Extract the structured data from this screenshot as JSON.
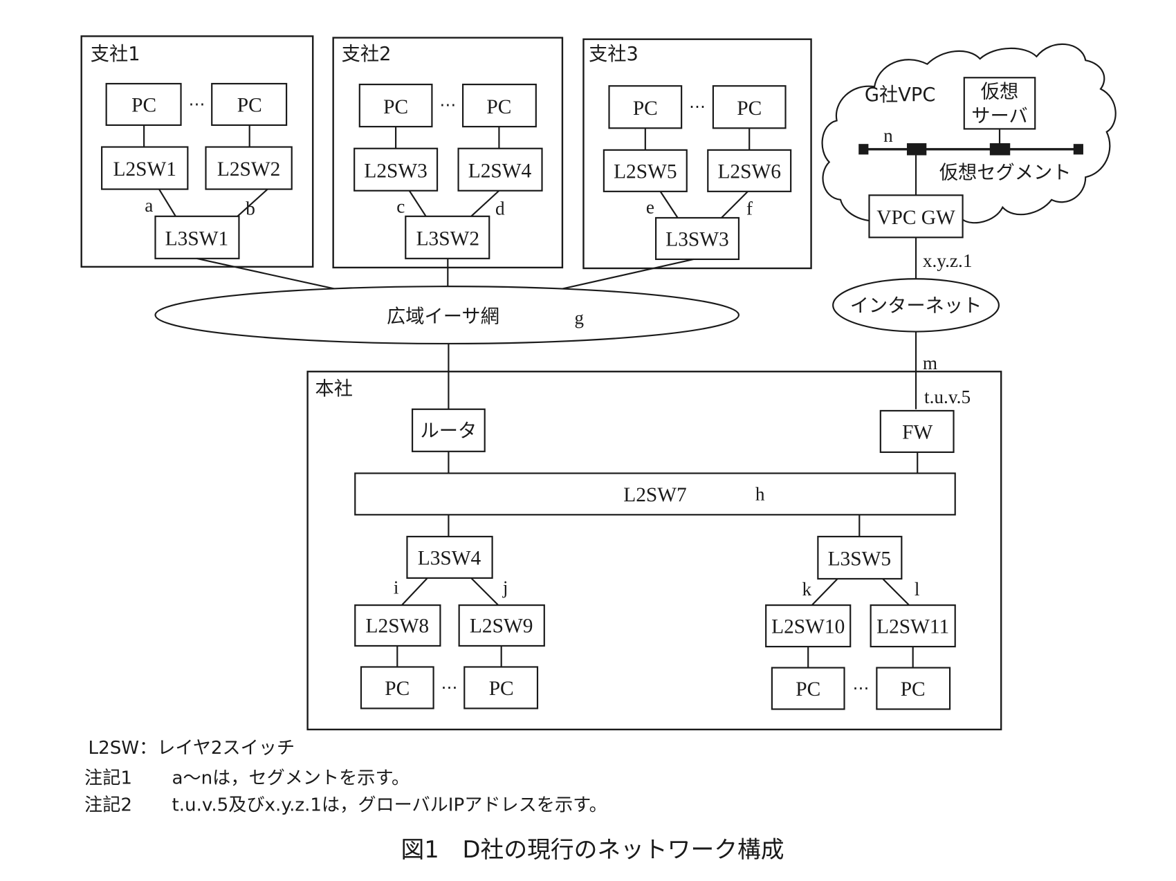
{
  "branches": [
    {
      "title": "支社1",
      "pc": "PC",
      "pc_ellipsis": "…",
      "l2sw": [
        "L2SW1",
        "L2SW2"
      ],
      "l3sw": "L3SW1",
      "segments": [
        "a",
        "b"
      ]
    },
    {
      "title": "支社2",
      "pc": "PC",
      "pc_ellipsis": "…",
      "l2sw": [
        "L2SW3",
        "L2SW4"
      ],
      "l3sw": "L3SW2",
      "segments": [
        "c",
        "d"
      ]
    },
    {
      "title": "支社3",
      "pc": "PC",
      "pc_ellipsis": "…",
      "l2sw": [
        "L2SW5",
        "L2SW6"
      ],
      "l3sw": "L3SW3",
      "segments": [
        "e",
        "f"
      ]
    }
  ],
  "wan": {
    "label": "広域イーサ網",
    "segment": "g"
  },
  "vpc": {
    "title": "G社VPC",
    "server": [
      "仮想",
      "サーバ"
    ],
    "segment_label": "仮想セグメント",
    "segment": "n",
    "gateway": "VPC GW",
    "gateway_ip": "x.y.z.1"
  },
  "internet": {
    "label": "インターネット",
    "segment": "m"
  },
  "hq": {
    "title": "本社",
    "router": "ルータ",
    "fw": "FW",
    "fw_ip": "t.u.v.5",
    "core_switch": "L2SW7",
    "core_segment": "h",
    "left": {
      "l3sw": "L3SW4",
      "l2sw": [
        "L2SW8",
        "L2SW9"
      ],
      "segments": [
        "i",
        "j"
      ],
      "pc": "PC",
      "pc_ellipsis": "…"
    },
    "right": {
      "l3sw": "L3SW5",
      "l2sw": [
        "L2SW10",
        "L2SW11"
      ],
      "segments": [
        "k",
        "l"
      ],
      "pc": "PC",
      "pc_ellipsis": "…"
    }
  },
  "legend": {
    "l2sw_def": "L2SW：レイヤ2スイッチ",
    "note1_label": "注記1",
    "note1_text": "a〜nは，セグメントを示す。",
    "note2_label": "注記2",
    "note2_text": "t.u.v.5及びx.y.z.1は，グローバルIPアドレスを示す。"
  },
  "caption": "図1　D社の現行のネットワーク構成"
}
